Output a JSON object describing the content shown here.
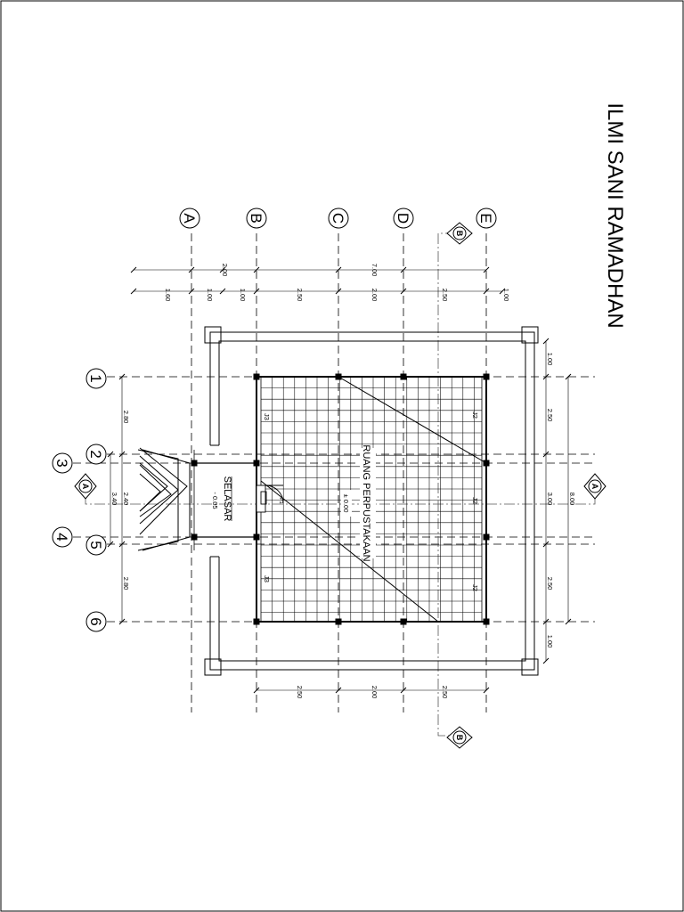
{
  "sheet": {
    "author": "ILMI SANI RAMADHAN",
    "room_name": "RUANG PERPUSTAKAAN",
    "room_level": "± 0.00",
    "porch_name": "SELASAR",
    "porch_level": "- 0.05",
    "door_label": "P1"
  },
  "grid_letters": [
    "A",
    "B",
    "C",
    "D",
    "E"
  ],
  "grid_numbers": [
    "1",
    "2",
    "3",
    "4",
    "5",
    "6"
  ],
  "section_marks": {
    "a": "A",
    "b": "B"
  },
  "dims_top_outer": [
    "1.60",
    "1.00",
    "1.00",
    "2.50",
    "2.00",
    "2.50",
    "1.00"
  ],
  "dims_top_inner": [
    "2.00",
    "7.00"
  ],
  "dims_bottom": [
    "2.50",
    "2.00",
    "2.50"
  ],
  "dims_left": [
    "2.80",
    "2.40",
    "3.40",
    "2.80"
  ],
  "dims_right": [
    "1.00",
    "2.50",
    "3.00",
    "8.00",
    "2.50",
    "1.00"
  ],
  "beam_labels": [
    "J3",
    "J3",
    "J2",
    "J2",
    "J2"
  ]
}
